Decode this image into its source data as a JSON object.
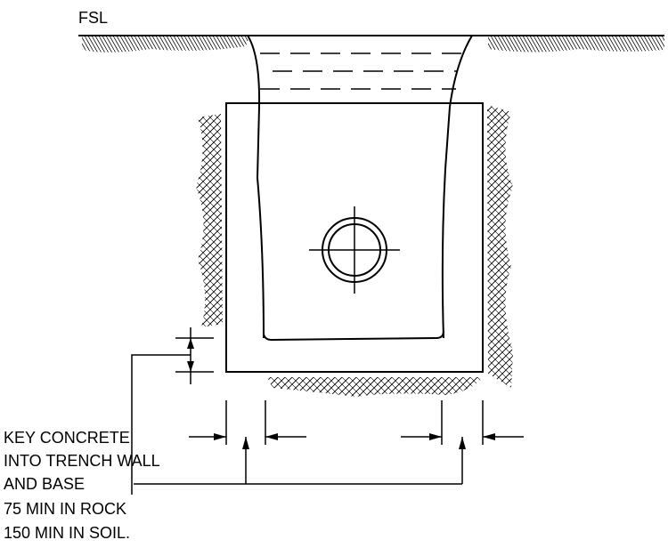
{
  "labels": {
    "level": "FSL",
    "note_lines": [
      "KEY CONCRETE",
      "INTO TRENCH WALL",
      "AND BASE",
      "75 MIN IN ROCK",
      "150 MIN IN SOIL."
    ]
  },
  "colors": {
    "line": "#000000",
    "background": "#ffffff"
  }
}
